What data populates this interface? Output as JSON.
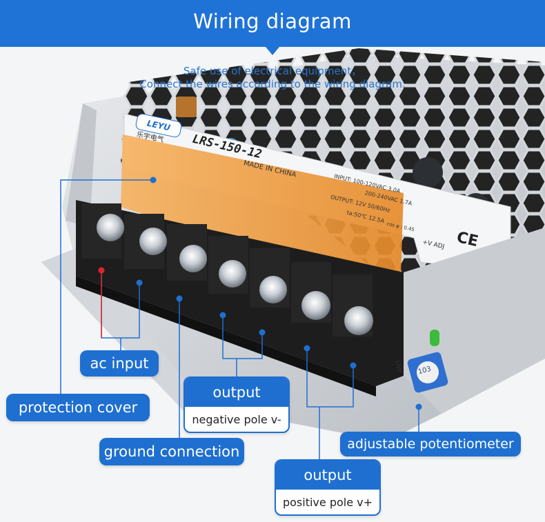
{
  "header": {
    "title": "Wiring diagram"
  },
  "subtitle": {
    "line1": "Safe use of electrical equipment，",
    "line2": "Connect the wires according to the wiring diagram."
  },
  "product": {
    "brand": "LEYU",
    "brand_cn": "乐宇电气",
    "model": "LRS-150-12",
    "made_in": "MADE IN CHINA",
    "input_label": "INPUT:",
    "input_v1": "100-120VAC",
    "input_a1": "3.0A",
    "input_v2": "200-240VAC",
    "input_a2": "1.7A",
    "freq": "50/60Hz",
    "output_label": "OUTPUT:",
    "output_v": "12V",
    "output_a": "12.5A",
    "ta": "ta:50℃",
    "cos": "cos φ : 0.45",
    "ce": "CE",
    "adj": "+V ADJ",
    "ovp": "OVP",
    "pot_code": "103"
  },
  "callouts": {
    "ac_input": "ac input",
    "protection_cover": "protection cover",
    "ground_connection": "ground connection",
    "output_negative_title": "output",
    "output_negative_desc": "negative pole v-",
    "output_positive_title": "output",
    "output_positive_desc": "positive pole v+",
    "adjustable_potentiometer": "adjustable potentiometer"
  },
  "colors": {
    "brand_blue": "#1f73d6",
    "line_blue": "#1e6fd0",
    "marker_red": "#e0242c",
    "cover_orange": "#f2a04a",
    "terminal_black": "#1d1d1d"
  }
}
